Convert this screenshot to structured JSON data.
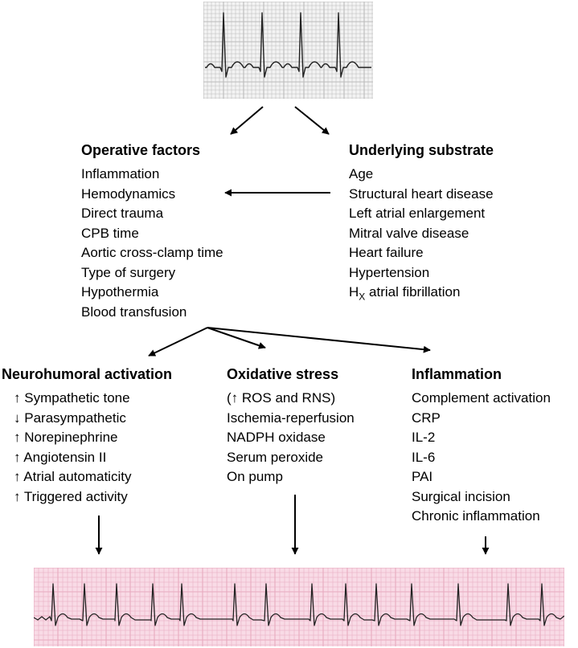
{
  "operative": {
    "heading": "Operative factors",
    "items": [
      "Inflammation",
      "Hemodynamics",
      "Direct trauma",
      "CPB time",
      "Aortic cross-clamp time",
      "Type of surgery",
      "Hypothermia",
      "Blood transfusion"
    ]
  },
  "substrate": {
    "heading": "Underlying substrate",
    "items": [
      "Age",
      "Structural heart disease",
      "Left atrial enlargement",
      "Mitral valve disease",
      "Heart failure",
      "Hypertension"
    ],
    "hx_main": "H",
    "hx_sub": "X",
    "hx_rest": " atrial fibrillation"
  },
  "neuro": {
    "heading": "Neurohumoral activation",
    "items": [
      {
        "arrow": "↑",
        "text": "Sympathetic tone"
      },
      {
        "arrow": "↓",
        "text": "Parasympathetic"
      },
      {
        "arrow": "↑",
        "text": "Norepinephrine"
      },
      {
        "arrow": "↑",
        "text": "Angiotensin II"
      },
      {
        "arrow": "↑",
        "text": "Atrial automaticity"
      },
      {
        "arrow": "↑",
        "text": "Triggered activity"
      }
    ]
  },
  "oxidative": {
    "heading": "Oxidative stress",
    "first_open": "(",
    "first_arrow": "↑",
    "first_text": "ROS and RNS",
    "first_close": ")",
    "items": [
      "Ischemia-reperfusion",
      "NADPH oxidase",
      "Serum peroxide",
      "On pump"
    ]
  },
  "inflammation": {
    "heading": "Inflammation",
    "items": [
      "Complement activation",
      "CRP",
      "IL-2",
      "IL-6",
      "PAI",
      "Surgical incision",
      "Chronic inflammation"
    ]
  },
  "colors": {
    "ecg_top_bg": "#f3f3f3",
    "ecg_top_grid": "#bbbbbb",
    "ecg_bottom_bg": "#f9dbe6",
    "ecg_bottom_grid": "#e7a9bf",
    "trace": "#222222",
    "arrow": "#000000"
  }
}
